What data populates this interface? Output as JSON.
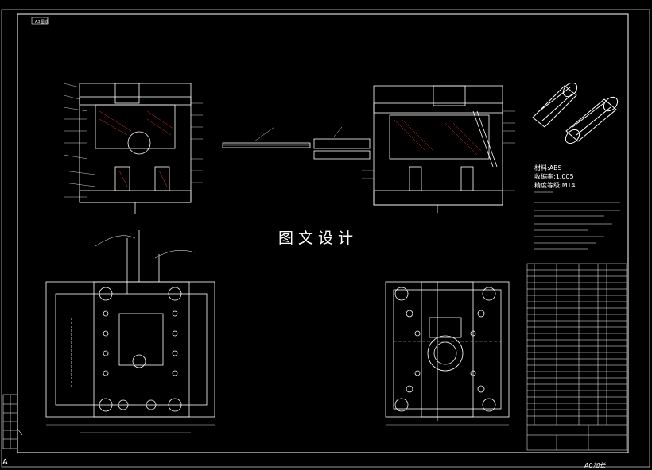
{
  "drawing": {
    "center_title": "图文设计",
    "material": "材料:ABS",
    "shrinkage": "收缩率:1.005",
    "grade": "精度等级:MT4",
    "drawing_size": "A0加长",
    "corner_tag": "A3图纸",
    "ruler_letter": "A"
  },
  "colors": {
    "background": "#000000",
    "line": "#ffffff",
    "accent": "#e03030"
  }
}
